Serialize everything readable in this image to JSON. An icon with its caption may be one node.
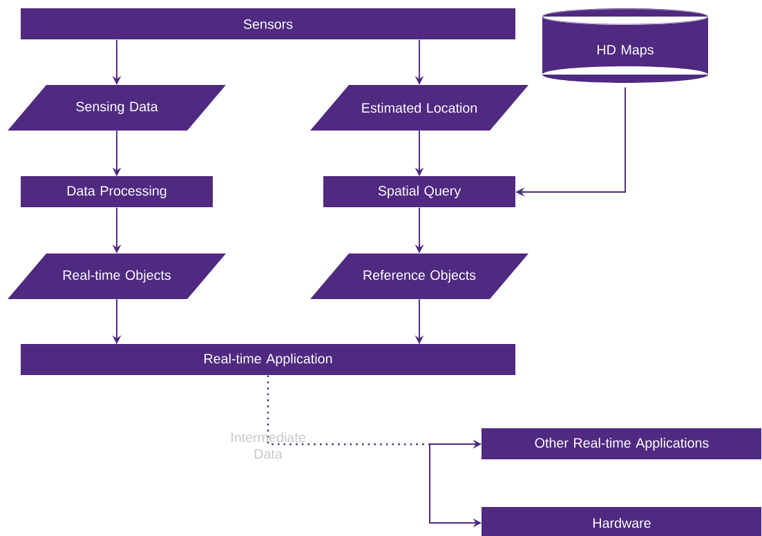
{
  "diagram": {
    "nodes": [
      {
        "text": [
          "Sensors"
        ]
      },
      {
        "text": [
          "HD Maps"
        ]
      },
      {
        "text": [
          "Sensing Data"
        ]
      },
      {
        "text": [
          "Estimated Location"
        ]
      },
      {
        "text": [
          "Data Processing"
        ]
      },
      {
        "text": [
          "Spatial Query"
        ]
      },
      {
        "text": [
          "Real-time Objects"
        ]
      },
      {
        "text": [
          "Reference Objects"
        ]
      },
      {
        "text": [
          "Real-time Application"
        ]
      },
      {
        "text": [
          "Other Real-time Applications"
        ]
      },
      {
        "text": [
          "Hardware"
        ]
      }
    ],
    "edges": [
      {
        "from": 0,
        "to": 2,
        "arrow": "to"
      },
      {
        "from": 0,
        "to": 3,
        "arrow": "to"
      },
      {
        "from": 2,
        "to": 4,
        "arrow": "to"
      },
      {
        "from": 3,
        "to": 5,
        "arrow": "to"
      },
      {
        "from": 1,
        "to": 5,
        "arrow": "to"
      },
      {
        "from": 4,
        "to": 6,
        "arrow": "to"
      },
      {
        "from": 5,
        "to": 7,
        "arrow": "to"
      },
      {
        "from": 6,
        "to": 8,
        "arrow": "to"
      },
      {
        "from": 7,
        "to": 8,
        "arrow": "to"
      },
      {
        "from": 8,
        "to": 9,
        "arrow": "to",
        "style": "dashed",
        "label": "Intermediate Data"
      },
      {
        "from": 8,
        "to": 10,
        "arrow": "to",
        "style": "dashed"
      }
    ]
  }
}
